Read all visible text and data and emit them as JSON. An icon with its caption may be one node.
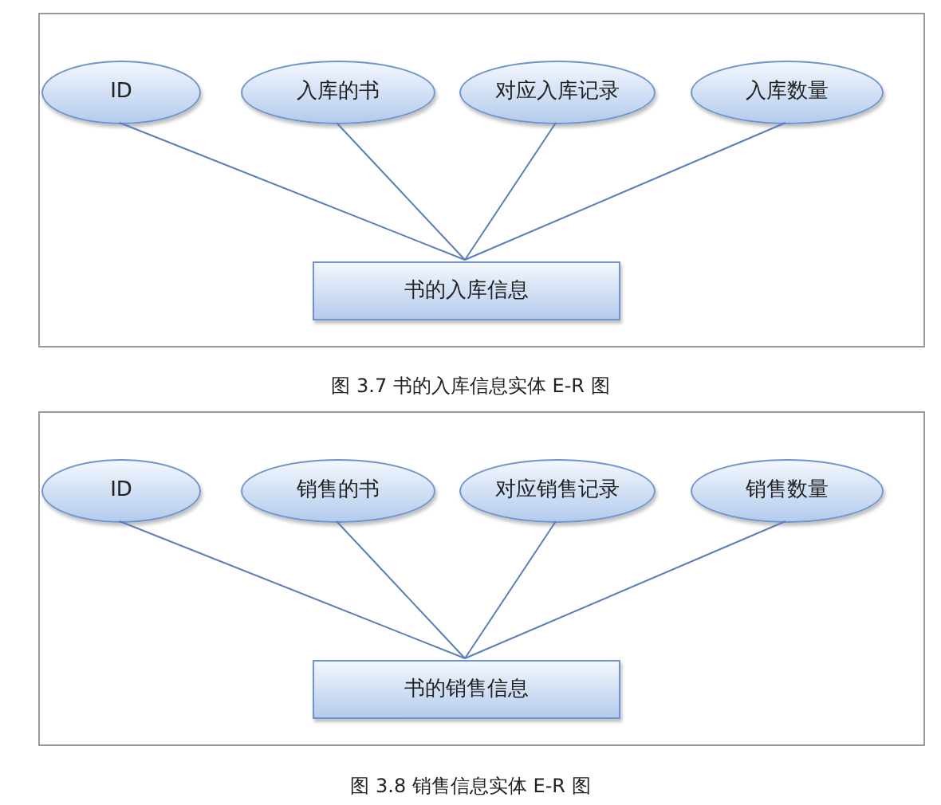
{
  "diagram": {
    "nodes": [
      {
        "text": [],
        "shape": "box"
      },
      {
        "text": [
          "ID"
        ],
        "in": 0
      },
      {
        "text": [
          "入库的书"
        ],
        "in": 0
      },
      {
        "text": [
          "对应入库记录"
        ],
        "in": 0
      },
      {
        "text": [
          "入库数量"
        ],
        "in": 0
      },
      {
        "text": [
          "书的入库信息"
        ],
        "in": 0
      },
      {
        "text": [],
        "shape": "box"
      },
      {
        "text": [
          "ID"
        ],
        "in": 6
      },
      {
        "text": [
          "销售的书"
        ],
        "in": 6
      },
      {
        "text": [
          "对应销售记录"
        ],
        "in": 6
      },
      {
        "text": [
          "销售数量"
        ],
        "in": 6
      },
      {
        "text": [
          "书的销售信息"
        ],
        "in": 6
      }
    ],
    "edges": [
      {
        "from": 1,
        "to": 5,
        "arrow": "none"
      },
      {
        "from": 2,
        "to": 5,
        "arrow": "none"
      },
      {
        "from": 3,
        "to": 5,
        "arrow": "none"
      },
      {
        "from": 4,
        "to": 5,
        "arrow": "none"
      },
      {
        "from": 7,
        "to": 11,
        "arrow": "none"
      },
      {
        "from": 8,
        "to": 11,
        "arrow": "none"
      },
      {
        "from": 9,
        "to": 11,
        "arrow": "none"
      },
      {
        "from": 10,
        "to": 11,
        "arrow": "none"
      }
    ],
    "labels": [
      "图 3.7 书的入库信息实体 E-R 图",
      "图 3.8 销售信息实体 E-R 图"
    ]
  }
}
